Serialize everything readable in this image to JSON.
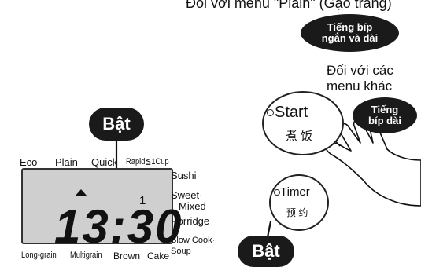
{
  "captions": {
    "top": "Đối với menu \"Plain\" (Gạo trắng)",
    "other_menus": [
      "Đối với các",
      "menu khác"
    ]
  },
  "bubbles": {
    "beep_short_long": [
      "Tiếng bíp",
      "ngắn và dài"
    ],
    "beep_long": [
      "Tiếng",
      "bíp dài"
    ],
    "on_lcd": "Bật",
    "on_timer": "Bật"
  },
  "lcd": {
    "modes": [
      "Eco",
      "Plain",
      "Quick",
      "Rapid≦1Cup"
    ],
    "small_number": "1",
    "time": "13:30",
    "menus": [
      [
        "Sushi"
      ],
      [
        "Sweet·",
        "Mixed"
      ],
      [
        "Porridge"
      ],
      [
        "Slow Cook·",
        "Soup"
      ]
    ],
    "grains": [
      "Long-grain",
      "Multigrain",
      "Brown",
      "Cake"
    ]
  },
  "buttons": {
    "start": {
      "label": "Start",
      "cjk": "煮 饭"
    },
    "timer": {
      "label": "Timer",
      "cjk": "预 约"
    }
  },
  "colors": {
    "bubble": "#1a1a1a",
    "lcd_screen": "#cfcfcf"
  }
}
